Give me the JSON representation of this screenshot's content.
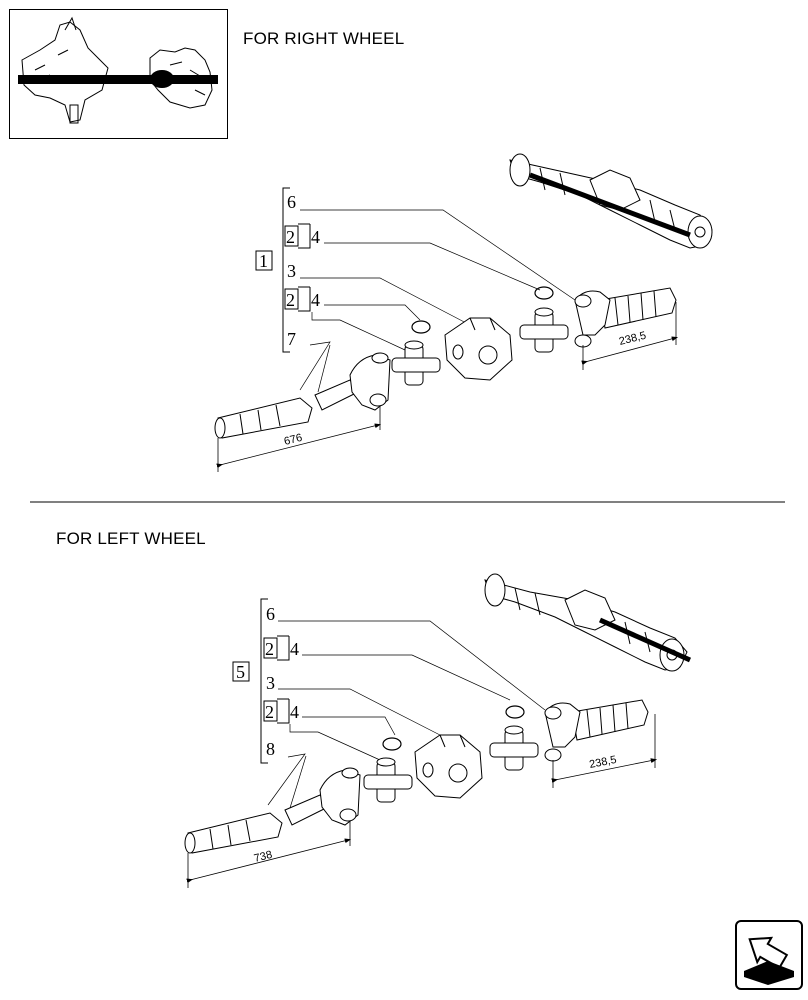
{
  "headings": {
    "right": "FOR RIGHT WHEEL",
    "left": "FOR LEFT WHEEL"
  },
  "right_group": {
    "group_ref": "1",
    "items": [
      "6",
      "2",
      "4",
      "3",
      "2",
      "4",
      "7"
    ],
    "dims": {
      "short_shaft": "238,5",
      "long_shaft": "676"
    }
  },
  "left_group": {
    "group_ref": "5",
    "items": [
      "6",
      "2",
      "4",
      "3",
      "2",
      "4",
      "8"
    ],
    "dims": {
      "short_shaft": "238,5",
      "long_shaft": "738"
    }
  },
  "icons": {
    "thumbnail": "axle-overview-thumbnail",
    "nav": "next-page-arrow-icon"
  }
}
